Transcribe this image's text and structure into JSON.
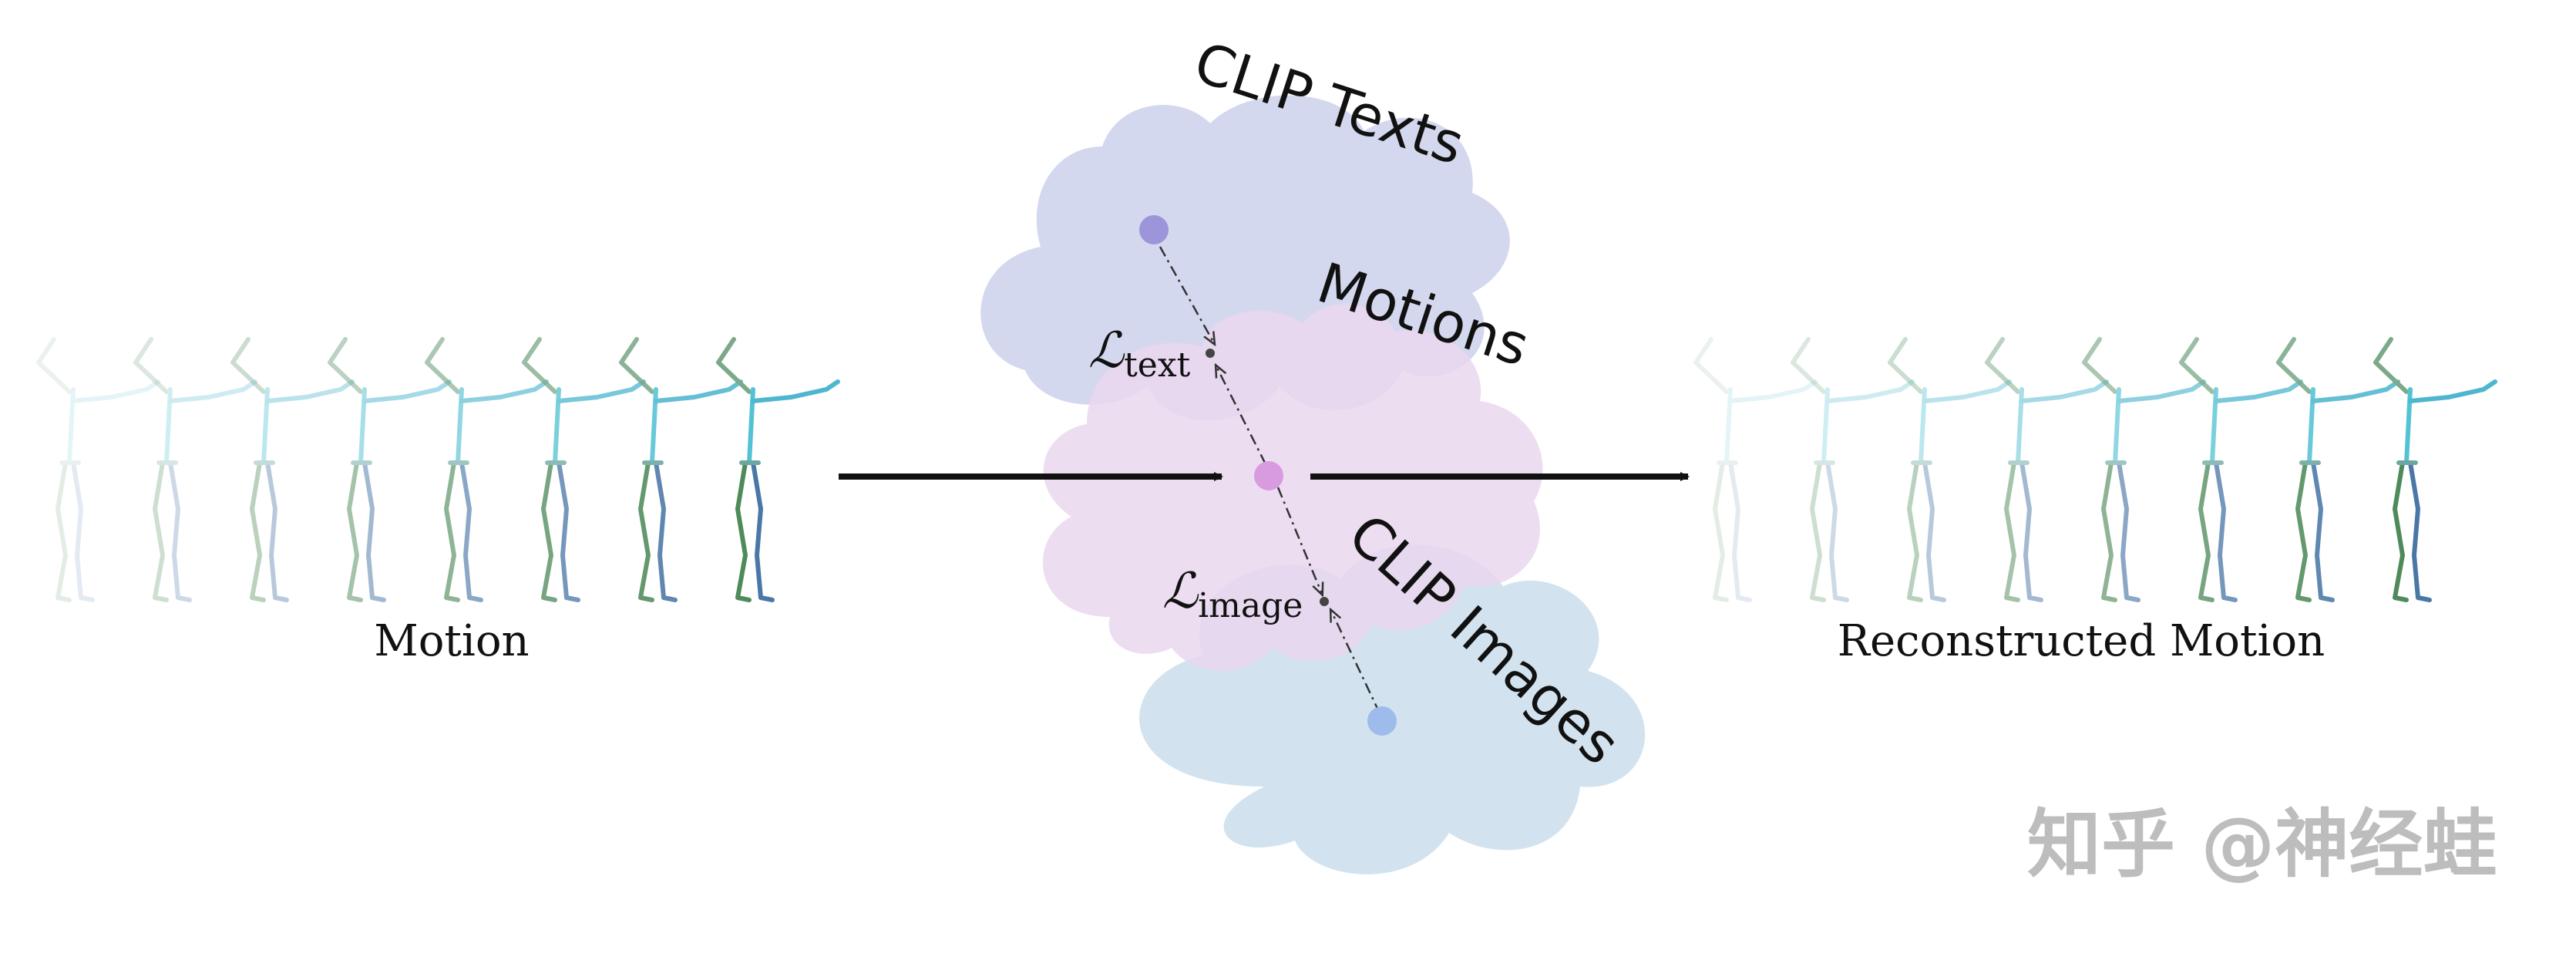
{
  "labels": {
    "input_motion": "Motion",
    "output_motion": "Reconstructed Motion",
    "loss_text_main": "ℒ",
    "loss_text_sub": "text",
    "loss_image_main": "ℒ",
    "loss_image_sub": "image"
  },
  "clouds": {
    "texts": {
      "label": "CLIP Texts",
      "color": "#d4d8ee"
    },
    "motions": {
      "label": "Motions",
      "color": "#ead7ef"
    },
    "images": {
      "label": "CLIP Images",
      "color": "#d2e3ef"
    }
  },
  "points": {
    "text_point_color": "#9d95d9",
    "motion_point_color": "#d89be0",
    "image_point_color": "#9dbcec"
  },
  "watermark": "知乎 @神经蛙",
  "colors": {
    "arrow": "#111111",
    "spine": "#53c2d4",
    "arm": "#4fb6cf",
    "leg_left": "#4f8a5a",
    "leg_right": "#4b77a7",
    "watermark": "#bdbdbd"
  }
}
